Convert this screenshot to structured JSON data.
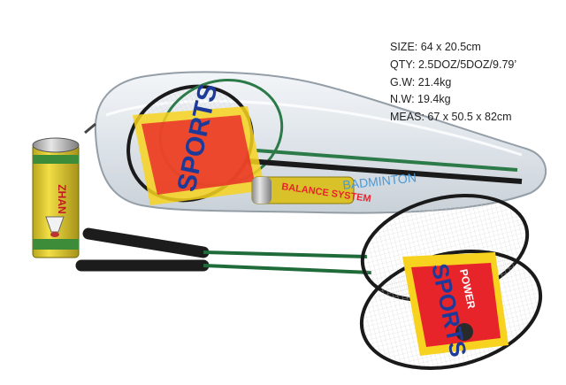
{
  "specs": [
    {
      "label": "SIZE",
      "value": "64 x 20.5cm"
    },
    {
      "label": "QTY",
      "value": "2.5DOZ/5DOZ/9.79’"
    },
    {
      "label": "G.W",
      "value": "21.4kg"
    },
    {
      "label": "N.W",
      "value": "19.4kg"
    },
    {
      "label": "MEAS",
      "value": "67 x 50.5 x 82cm"
    }
  ],
  "product_labels": {
    "brand": "SPORTS",
    "power": "POWER",
    "balance": "BALANCE SYSTEM",
    "bag_text": "BADMINTON",
    "tube_brand": "ZHAN"
  },
  "colors": {
    "frame": "#1a1a1a",
    "shaft": "#1f6b3a",
    "label_red": "#e8242b",
    "label_yellow": "#f7d21e",
    "tube_yellow": "#d9c12a",
    "tube_green": "#3d8c3a",
    "bag_edge": "#9aa3ad"
  }
}
